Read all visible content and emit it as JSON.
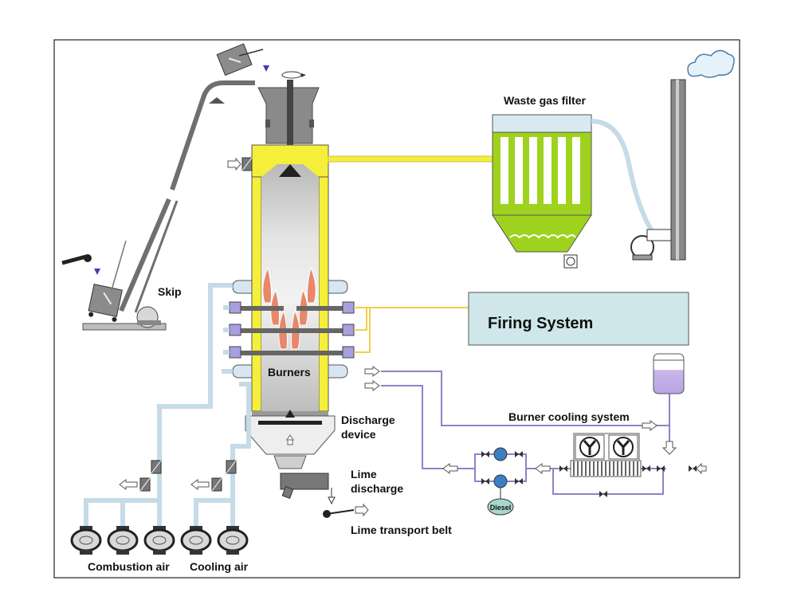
{
  "labels": {
    "waste_gas_filter": "Waste gas filter",
    "skip": "Skip",
    "firing_system": "Firing System",
    "burners": "Burners",
    "discharge_device_line1": "Discharge",
    "discharge_device_line2": "device",
    "burner_cooling_system": "Burner cooling system",
    "lime_discharge_line1": "Lime",
    "lime_discharge_line2": "discharge",
    "lime_transport_belt": "Lime transport belt",
    "diesel": "Diesel",
    "combustion_air": "Combustion air",
    "cooling_air": "Cooling air"
  },
  "colors": {
    "kiln_yellow": "#f5ef3a",
    "filter_green": "#9fd21e",
    "firing_box": "#cfe7ea",
    "air_duct": "#c6dbe8",
    "cooling_pipe": "#8c84c9",
    "burner_block": "#a8a0de",
    "flame": "#e8876a",
    "machine_gray": "#8a8a8a",
    "diesel_tank": "#a9d7cb"
  },
  "icons": [
    "rotation-icon",
    "arrow-icon",
    "damper-icon",
    "valve-icon",
    "pump-icon",
    "fan-icon",
    "blower-icon",
    "cloud-icon"
  ]
}
